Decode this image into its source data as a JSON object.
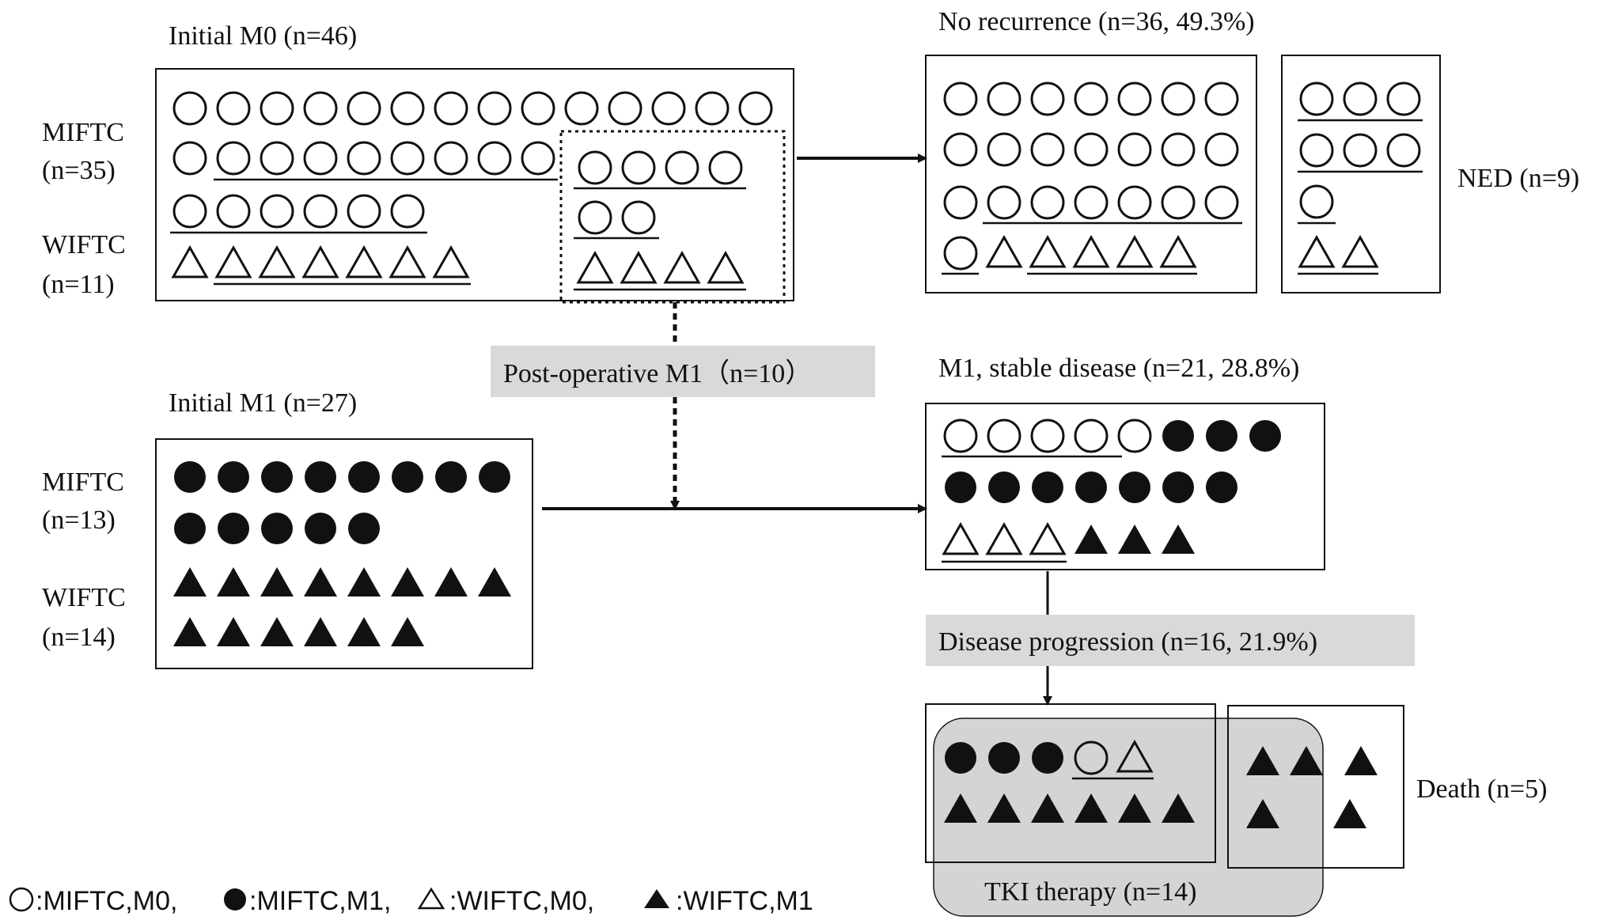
{
  "initial_m0": {
    "title": "Initial M0 (n=46)",
    "miftc_label": "MIFTC",
    "miftc_n": "(n=35)",
    "wiftc_label": "WIFTC",
    "wiftc_n": "(n=11)"
  },
  "initial_m1": {
    "title": "Initial M1 (n=27)",
    "miftc_label": "MIFTC",
    "miftc_n": "(n=13)",
    "wiftc_label": "WIFTC",
    "wiftc_n": "(n=14)"
  },
  "post_operative": {
    "label": "Post-operative M1（n=10）"
  },
  "no_recurrence": {
    "title": "No recurrence (n=36, 49.3%)",
    "ned_label": "NED (n=9)"
  },
  "m1_stable": {
    "title": "M1, stable disease (n=21, 28.8%)"
  },
  "progression": {
    "label": "Disease progression (n=16, 21.9%)"
  },
  "tki": {
    "label": "TKI therapy (n=14)"
  },
  "death": {
    "label": "Death (n=5)"
  },
  "legend": [
    {
      "symbol": "open-circle",
      "text": ":MIFTC,M0,"
    },
    {
      "symbol": "filled-circle",
      "text": ":MIFTC,M1,"
    },
    {
      "symbol": "open-triangle",
      "text": ":WIFTC,M0,"
    },
    {
      "symbol": "filled-triangle",
      "text": ":WIFTC,M1"
    }
  ],
  "colors": {
    "ink": "#111111",
    "shade": "#d9d9d9",
    "rounded_shade": "#d4d4d4"
  }
}
